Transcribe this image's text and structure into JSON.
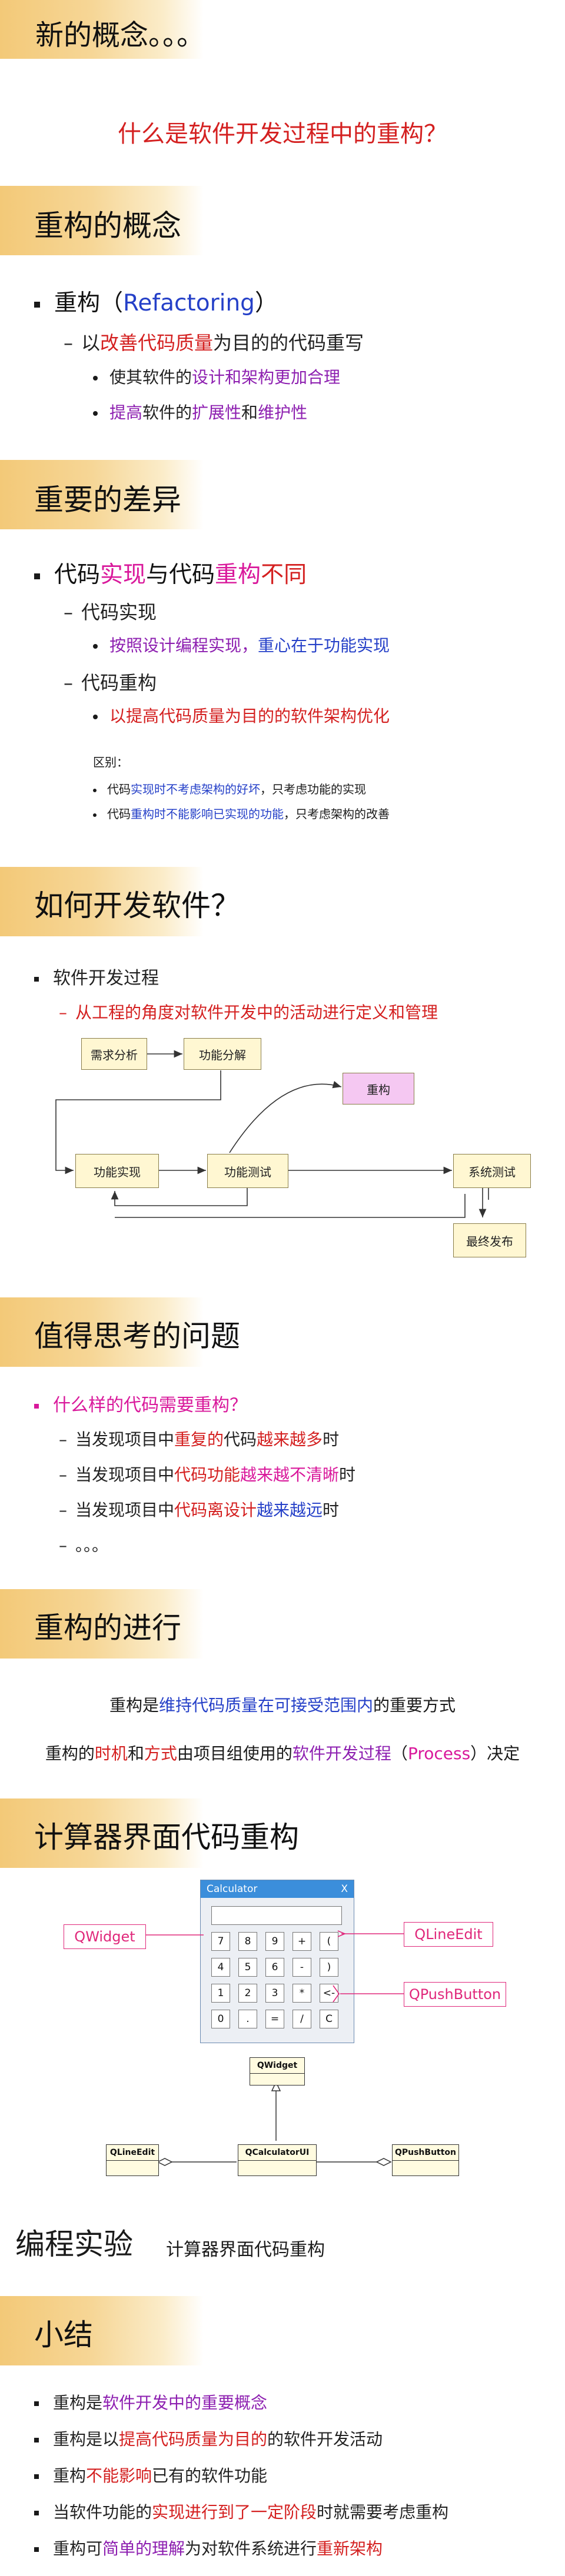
{
  "sec1": {
    "title": "新的概念。。。",
    "question": "什么是软件开发过程中的重构？"
  },
  "sec2": {
    "title": "重构的概念",
    "b1_pre": "重构（",
    "b1_term": "Refactoring",
    "b1_post": "）",
    "d1_pre": "以",
    "d1_hl": "改善代码质量",
    "d1_post": "为目的的代码重写",
    "p1_pre": "使其软件的",
    "p1_hl": "设计和架构更加合理",
    "p2_hl1": "提高",
    "p2_mid1": "软件的",
    "p2_hl2": "扩展性",
    "p2_mid2": "和",
    "p2_hl3": "维护性"
  },
  "sec3": {
    "title": "重要的差异",
    "b1_a": "代码",
    "b1_b": "实现",
    "b1_c": "与代码",
    "b1_d": "重构",
    "b1_e": "不同",
    "d1": "代码实现",
    "p1_a": "按照设计编程实现，",
    "p1_b": "重心在于功能实现",
    "d2": "代码重构",
    "p2": "以提高代码质量为目的的软件架构优化",
    "note_title": "区别：",
    "n1_a": "代码",
    "n1_b": "实现时不考虑架构的好坏",
    "n1_c": "，只考虑功能的实现",
    "n2_a": "代码",
    "n2_b": "重构时不能影响已实现的功能",
    "n2_c": "，只考虑架构的改善"
  },
  "sec4": {
    "title": "如何开发软件？",
    "b1": "软件开发过程",
    "d1": "从工程的角度对软件开发中的活动进行定义和管理",
    "flow": {
      "req": "需求分析",
      "func": "功能分解",
      "refactor": "重构",
      "impl": "功能实现",
      "test": "功能测试",
      "sys": "系统测试",
      "release": "最终发布"
    }
  },
  "sec5": {
    "title": "值得思考的问题",
    "q": "什么样的代码需要重构？",
    "l1_a": "当发现项目中",
    "l1_b": "重复的",
    "l1_c": "代码",
    "l1_d": "越来越多",
    "l1_e": "时",
    "l2_a": "当发现项目中",
    "l2_b": "代码功能",
    "l2_c": "越来越不清晰",
    "l2_d": "时",
    "l3_a": "当发现项目中",
    "l3_b": "代码离设计",
    "l3_c": "越来越远",
    "l3_d": "时",
    "l4": "。。。"
  },
  "sec6": {
    "title": "重构的进行",
    "s1_a": "重构是",
    "s1_b": "维持代码质量在可接受范围内",
    "s1_c": "的重要方式",
    "s2_a": "重构的",
    "s2_b": "时机",
    "s2_c": "和",
    "s2_d": "方式",
    "s2_e": "由项目组使用的",
    "s2_f": "软件开发过程",
    "s2_g": "（",
    "s2_h": "Process",
    "s2_i": "）决定"
  },
  "sec7": {
    "title": "计算器界面代码重构",
    "calc_title": "Calculator",
    "calc_close": "X",
    "keys": [
      "7",
      "8",
      "9",
      "+",
      "(",
      "4",
      "5",
      "6",
      "-",
      ")",
      "1",
      "2",
      "3",
      "*",
      "<-",
      "0",
      ".",
      "=",
      "/",
      "C"
    ],
    "ann_lineedit": "QLineEdit",
    "ann_widget": "QWidget",
    "ann_button": "QPushButton",
    "uml": {
      "top": "QWidget",
      "left": "QLineEdit",
      "mid": "QCalculatorUI",
      "right": "QPushButton"
    }
  },
  "sec8": {
    "title": "编程实验",
    "subtitle": "计算器界面代码重构"
  },
  "sec9": {
    "title": "小结",
    "s1_a": "重构是",
    "s1_b": "软件开发中的重要概念",
    "s2_a": "重构是以",
    "s2_b": "提高代码质量为目的",
    "s2_c": "的软件开发活动",
    "s3_a": "重构",
    "s3_b": "不能影响",
    "s3_c": "已有的软件功能",
    "s4_a": "当软件功能的",
    "s4_b": "实现进行到了一定阶段",
    "s4_c": "时就需要考虑重构",
    "s5_a": "重构可",
    "s5_b": "简单的理解",
    "s5_c": "为对软件系统进行",
    "s5_d": "重新架构"
  },
  "colors": {
    "banner": "#f3c978",
    "red": "#d42020",
    "purple": "#8d1fb0",
    "blue": "#2540c8",
    "magenta": "#d9189b",
    "calc_title": "#3b8edb"
  }
}
